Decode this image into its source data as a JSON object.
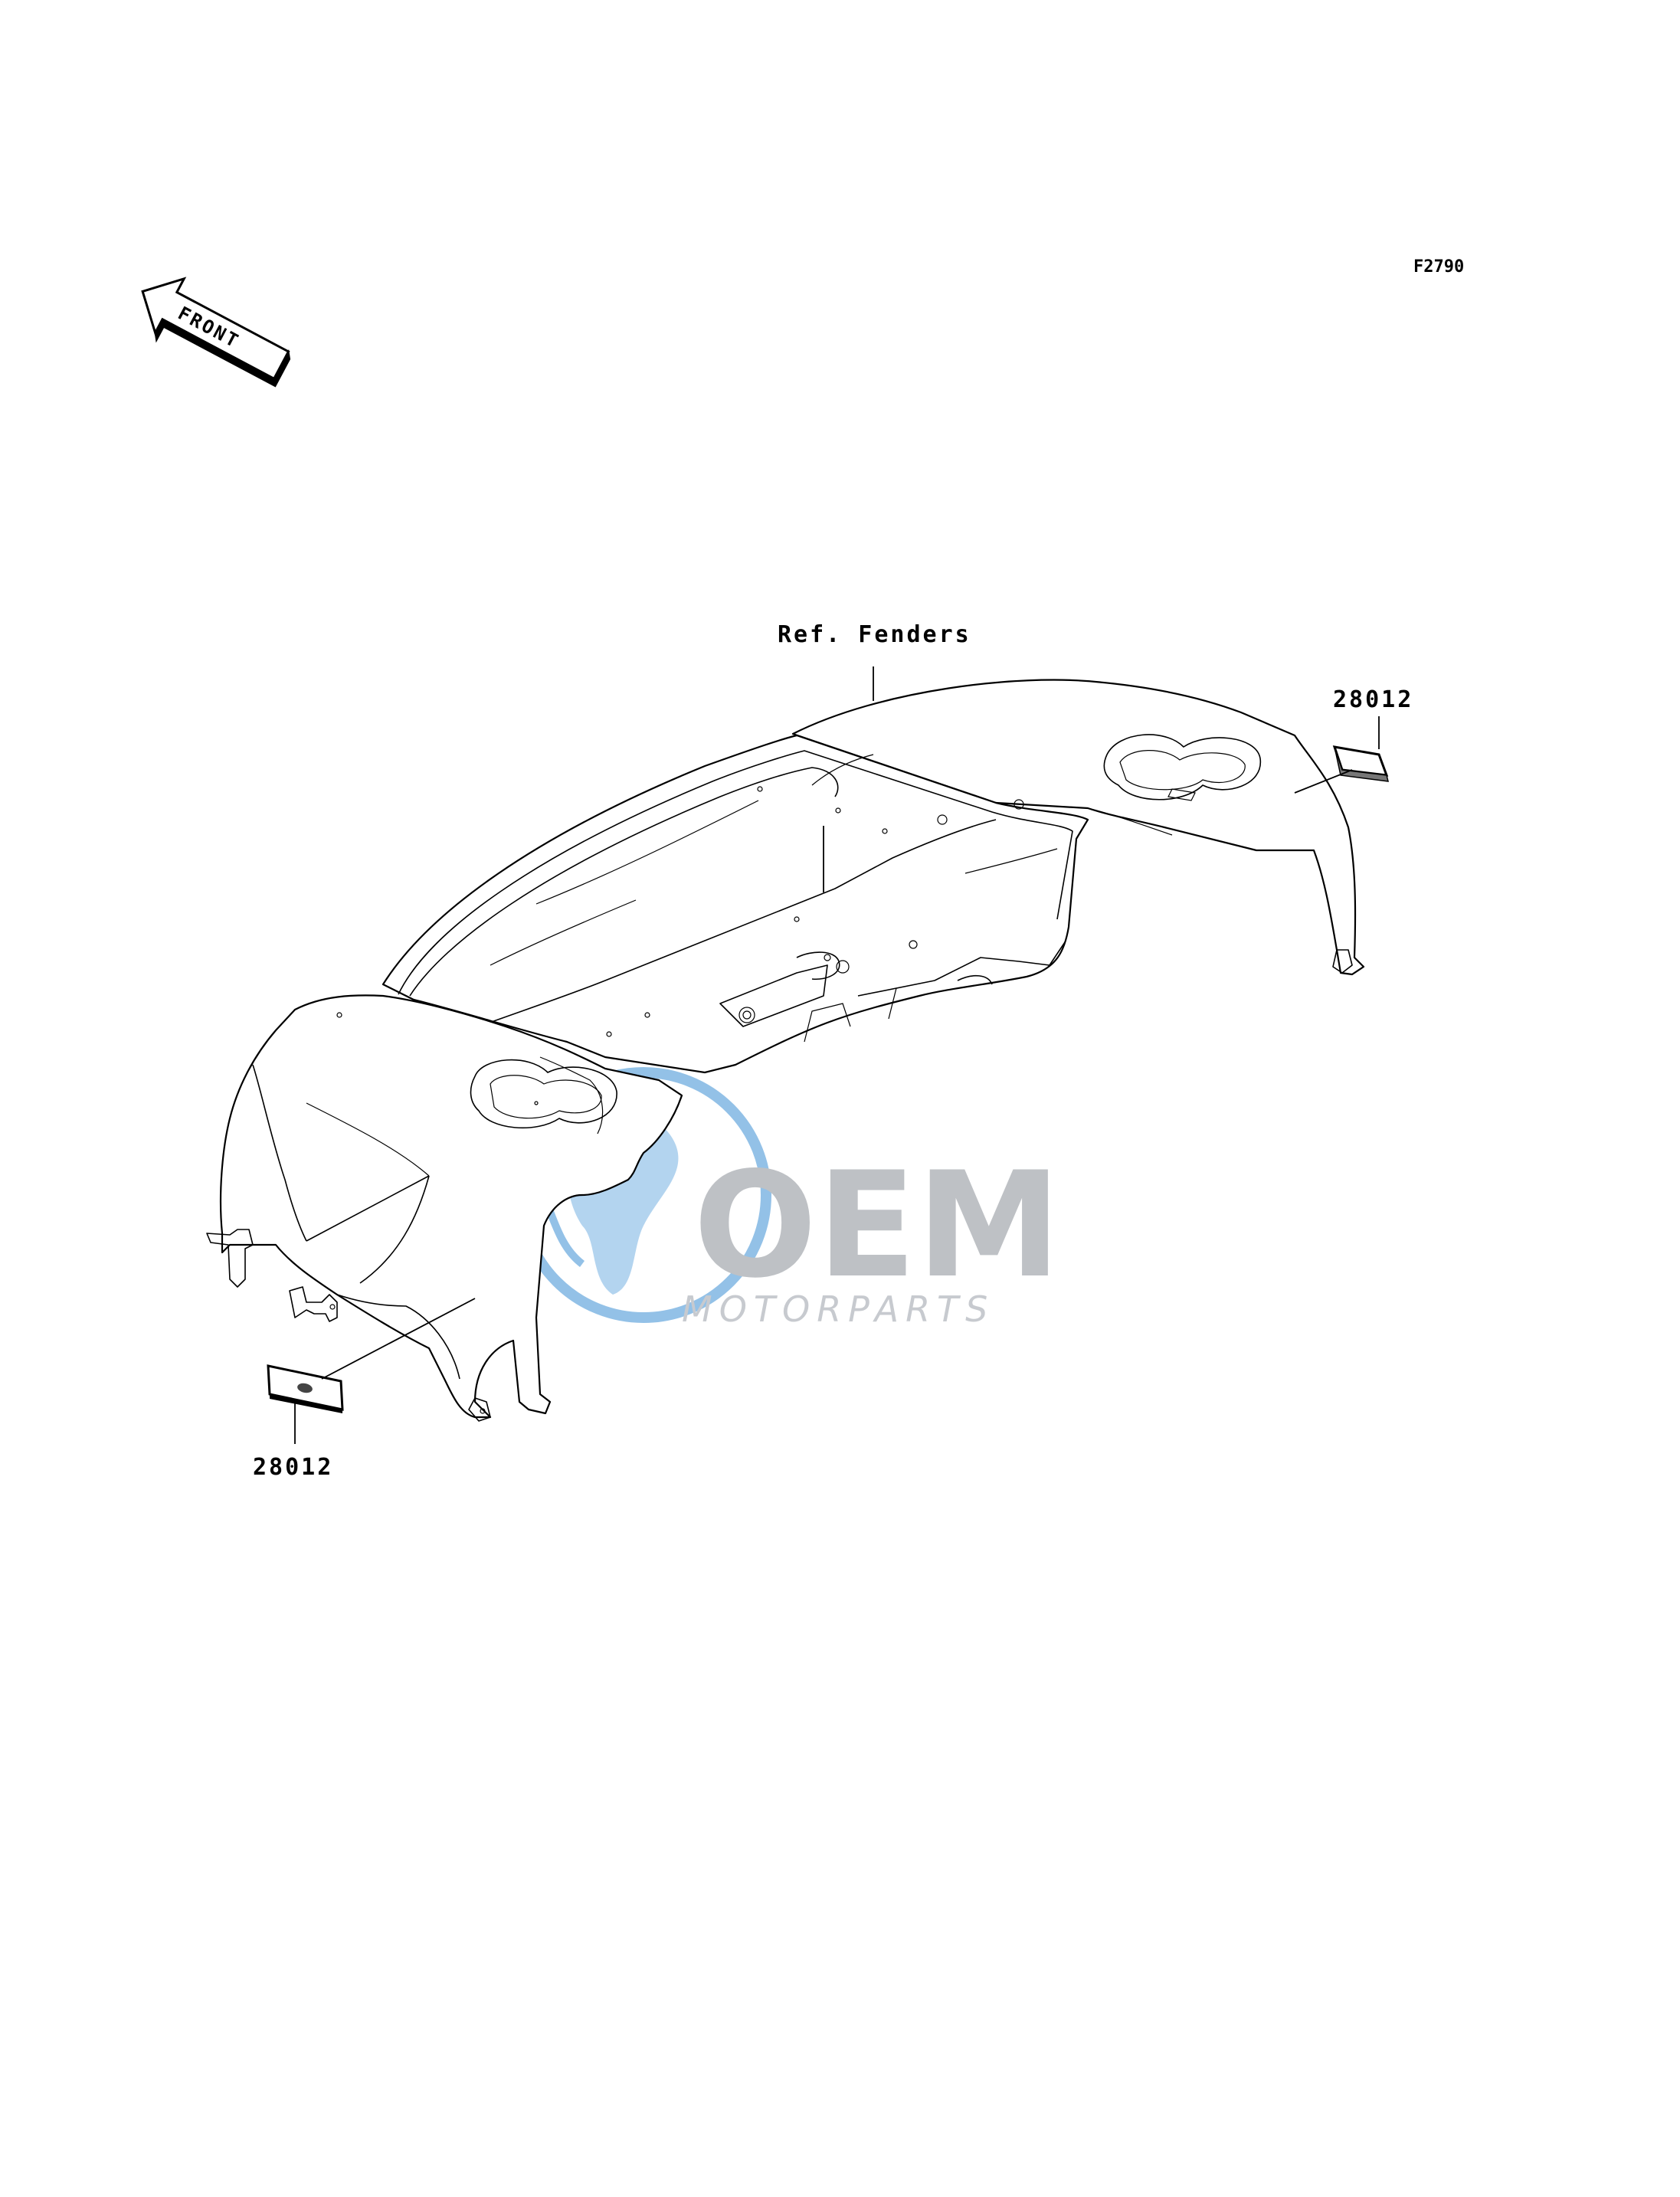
{
  "figure_code": "F2790",
  "front_marker": {
    "text": "FRONT"
  },
  "callouts": {
    "ref_fenders": "Ref. Fenders",
    "part_right": "28012",
    "part_left": "28012"
  },
  "watermark": {
    "brand": "OEM",
    "sub": "MOTORPARTS",
    "color_primary": "#3b8fd4",
    "color_text": "#8a8f96"
  },
  "colors": {
    "line": "#000000",
    "background": "#ffffff"
  }
}
